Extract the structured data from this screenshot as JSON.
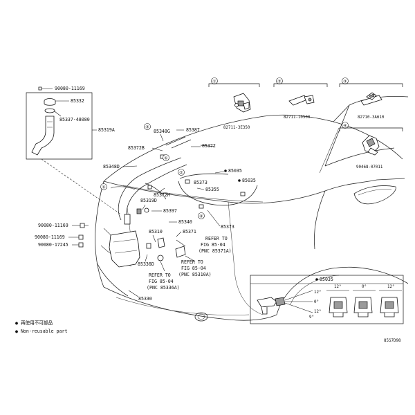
{
  "callouts": {
    "c1": "①",
    "c2": "②",
    "c3": "③",
    "c4": "④"
  },
  "detail_parts": {
    "d1": "82711-3E350",
    "d2": "82711-10500",
    "d3": "82710-3A610",
    "d4": "90468-07011"
  },
  "parts": {
    "p_90080_11169_top": "90080-11169",
    "p_85332": "85332",
    "p_85337_48080": "85337-48080",
    "p_85319A": "85319A",
    "p_85348G": "85348G",
    "p_85387": "85387",
    "p_85372B": "85372B",
    "p_85372_top": "85372",
    "p_85348D": "85348D",
    "p_85035_a": "85035",
    "p_85373_a": "85373",
    "p_85035_b": "85035",
    "p_85355": "85355",
    "p_85372H": "85372H",
    "p_85319D": "85319D",
    "p_85397": "85397",
    "p_85340": "85340",
    "p_85310": "85310",
    "p_85371": "85371",
    "p_85373_b": "85373",
    "p_90080_11169_l1": "90080-11169",
    "p_90080_11169_l2": "90080-11169",
    "p_90080_17245": "90080-17245",
    "p_85336D": "85336D",
    "p_85330": "85330"
  },
  "refs": {
    "r1_l1": "REFER TO",
    "r1_l2": "FIG 85-04",
    "r1_l3": "(PNC 85371A)",
    "r2_l1": "REFER TO",
    "r2_l2": "FIG 85-04",
    "r2_l3": "(PNC 85310A)",
    "r3_l1": "REFER TO",
    "r3_l2": "FIG 85-04",
    "r3_l3": "(PNC 85336A)"
  },
  "inset": {
    "title": "85035",
    "angle_top": "12°",
    "angle_mid": "0°",
    "angle_bot": "12°",
    "angle_lo": "9°",
    "col1": "12°",
    "col2": "0°",
    "col3": "12°"
  },
  "legend": {
    "jp": "● 再使用不可部品",
    "en": "● Non-reusable part"
  },
  "figure_code": "85S7D98"
}
